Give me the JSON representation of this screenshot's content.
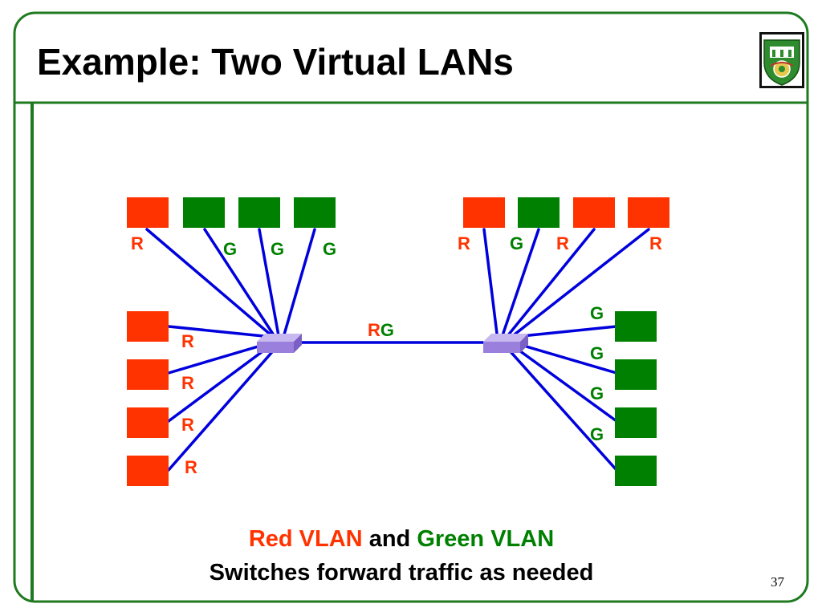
{
  "title": "Example: Two Virtual LANs",
  "logo": {
    "icon": "university-crest-icon"
  },
  "colors": {
    "frame": "#1f7a1f",
    "red_host": "#ff3300",
    "green_host": "#008000",
    "link": "#0000dd",
    "switch": "#9b7fdd"
  },
  "labels": {
    "r": "R",
    "g": "G"
  },
  "trunk_label": {
    "r": "R",
    "g": "G"
  },
  "caption": {
    "red": "Red VLAN",
    "and": "and",
    "green": "Green VLAN",
    "line2": "Switches forward traffic as needed"
  },
  "page_number": "37"
}
